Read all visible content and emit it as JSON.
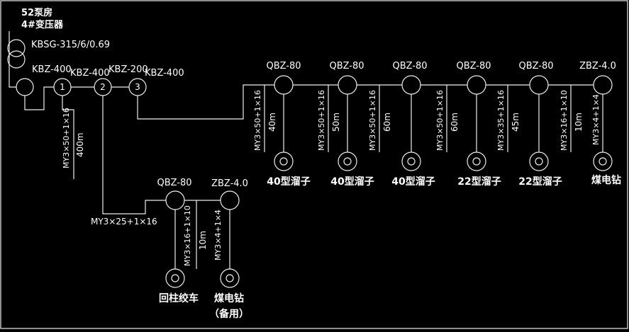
{
  "header": {
    "line1": "52泵房",
    "line2": "4#变压器"
  },
  "transformer": {
    "model": "KBSG-315/6/0.69"
  },
  "incoming_breakers": [
    {
      "model": "KBZ-400",
      "number": ""
    },
    {
      "model": "KBZ-400",
      "number": "1"
    },
    {
      "model": "KBZ-200",
      "number": "2"
    },
    {
      "model": "KBZ-400",
      "number": "3"
    }
  ],
  "feeder_cables": {
    "breaker1_out": {
      "spec": "MY3×50+1×16",
      "length": "400m"
    },
    "breaker2_out": {
      "spec": "MY3×25+1×16"
    }
  },
  "branches": [
    {
      "starter": "QBZ-80",
      "cable": "MY3×50+1×16",
      "length": "40m",
      "load": "40型溜子"
    },
    {
      "starter": "QBZ-80",
      "cable": "MY3×50+1×16",
      "length": "50m",
      "load": "40型溜子"
    },
    {
      "starter": "QBZ-80",
      "cable": "MY3×50+1×16",
      "length": "60m",
      "load": "40型溜子"
    },
    {
      "starter": "QBZ-80",
      "cable": "MY3×50+1×16",
      "length": "60m",
      "load": "22型溜子"
    },
    {
      "starter": "QBZ-80",
      "cable": "MY3×35+1×16",
      "length": "45m",
      "load": "22型溜子"
    },
    {
      "starter": "ZBZ-4.0",
      "cable": "MY3×16+1×10",
      "length": "10m",
      "load": "煤电钻",
      "load_cable": "MY3×4+1×4"
    }
  ],
  "lower_branches": [
    {
      "starter": "QBZ-80",
      "cable": "MY3×16+1×10",
      "length": "10m",
      "load": "回柱绞车"
    },
    {
      "starter": "ZBZ-4.0",
      "cable": "MY3×4+1×4",
      "load": "煤电钻",
      "note": "（备用）"
    }
  ],
  "colors": {
    "background": "#000000",
    "line": "#ededed",
    "text": "#ffffff"
  }
}
